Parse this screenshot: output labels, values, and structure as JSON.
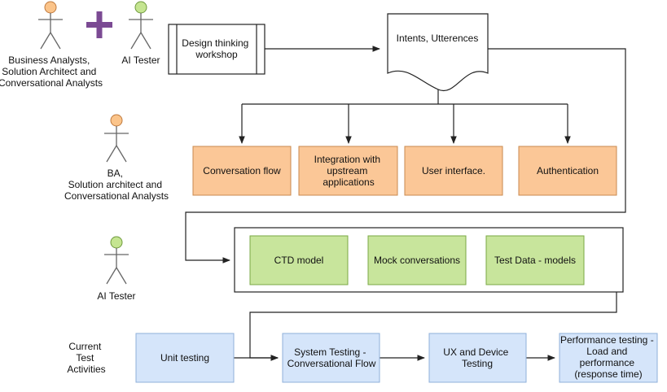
{
  "actors": {
    "business_analysts": [
      "Business Analysts,",
      "Solution Architect and",
      "Conversational Analysts"
    ],
    "ai_tester_top": "AI Tester",
    "ba_group": [
      "BA,",
      "Solution architect and",
      "Conversational Analysts"
    ],
    "ai_tester_mid": "AI Tester",
    "current_activities": [
      "Current",
      "Test",
      "Activities"
    ]
  },
  "colors": {
    "head_orange": "#fbc48a",
    "head_green": "#c5e591",
    "plus_purple": "#7b4a93",
    "box_orange": "#fbc797",
    "box_green": "#c8e59c",
    "box_blue": "#d5e5fa"
  },
  "workshop": [
    "Design thinking",
    "workshop"
  ],
  "intents": "Intents, Utterences",
  "design_boxes": {
    "conversation_flow": [
      "Conversation flow"
    ],
    "integration": [
      "Integration with",
      "upstream",
      "applications"
    ],
    "user_interface": [
      "User interface."
    ],
    "authentication": [
      "Authentication"
    ]
  },
  "model_boxes": {
    "ctd": [
      "CTD model"
    ],
    "mock": [
      "Mock conversations"
    ],
    "test_data": [
      "Test Data - models"
    ]
  },
  "test_boxes": {
    "unit": [
      "Unit testing"
    ],
    "system": [
      "System Testing -",
      "Conversational  Flow"
    ],
    "ux": [
      "UX and Device",
      "Testing"
    ],
    "performance": [
      "Performance testing -",
      "Load and",
      "performance",
      "(response time)"
    ]
  }
}
